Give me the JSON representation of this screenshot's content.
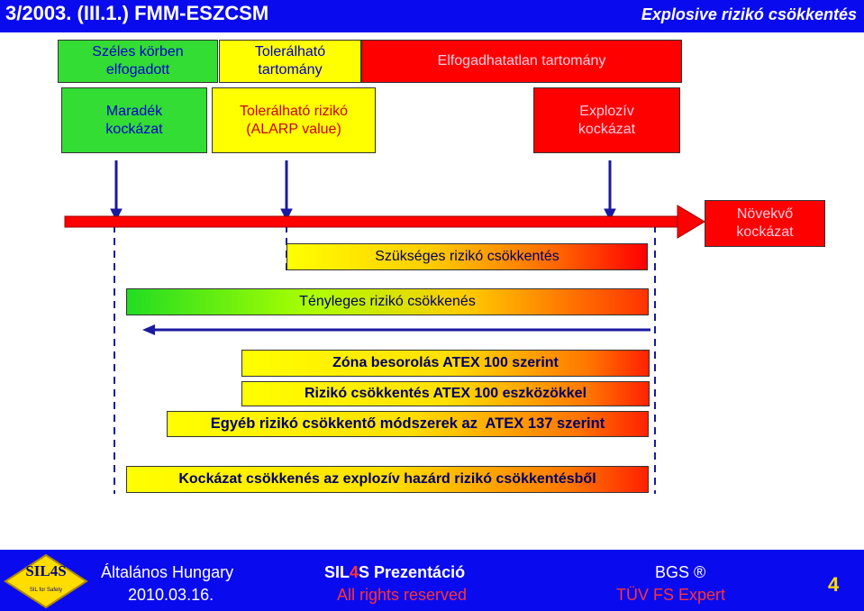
{
  "header": {
    "title": "3/2003. (III.1.) FMM-ESZCSM",
    "subtitle": "Explosive rizikó csökkentés"
  },
  "top_boxes": {
    "broadly_acceptable": "Széles körben elfogadott",
    "tolerable_range": "Tolerálható tartomány",
    "unacceptable_range": "Elfogadhatatlan tartomány",
    "residual_risk": "Maradék kockázat",
    "tolerable_risk_line1": "Tolerálható rizikó",
    "tolerable_risk_line2": "(ALARP value)",
    "explosive_risk": "Explozív kockázat",
    "increasing_risk": "Növekvő kockázat"
  },
  "bars": {
    "required_reduction": "Szükséges rizikó csökkentés",
    "actual_reduction": "Tényleges rizikó csökkenés",
    "zone_classification": "Zóna besorolás ATEX 100 szerint",
    "atex100_tools": "Rizikó csökkentés ATEX 100 eszközökkel",
    "other_methods": "Egyéb rizikó csökkentő módszerek az  ATEX 137 szerint",
    "overall": "Kockázat csökkenés az explozív hazárd rizikó csökkentésből"
  },
  "footer": {
    "logo_text": "SIL4S",
    "logo_sub": "SIL for Safety",
    "org": "Általános Hungary",
    "date": "2010.03.16.",
    "presentation_prefix": "SIL",
    "presentation_highlight": "4",
    "presentation_suffix": "S Prezentáció",
    "rights": "All rights reserved",
    "brand": "BGS ®",
    "expert": "TÜV FS Expert",
    "page_number": "4"
  },
  "colors": {
    "header_blue": "#0a0aef",
    "green": "#33dd33",
    "yellow": "#ffff00",
    "red": "#ff0000",
    "arrow_blue": "#1a1aa0"
  }
}
